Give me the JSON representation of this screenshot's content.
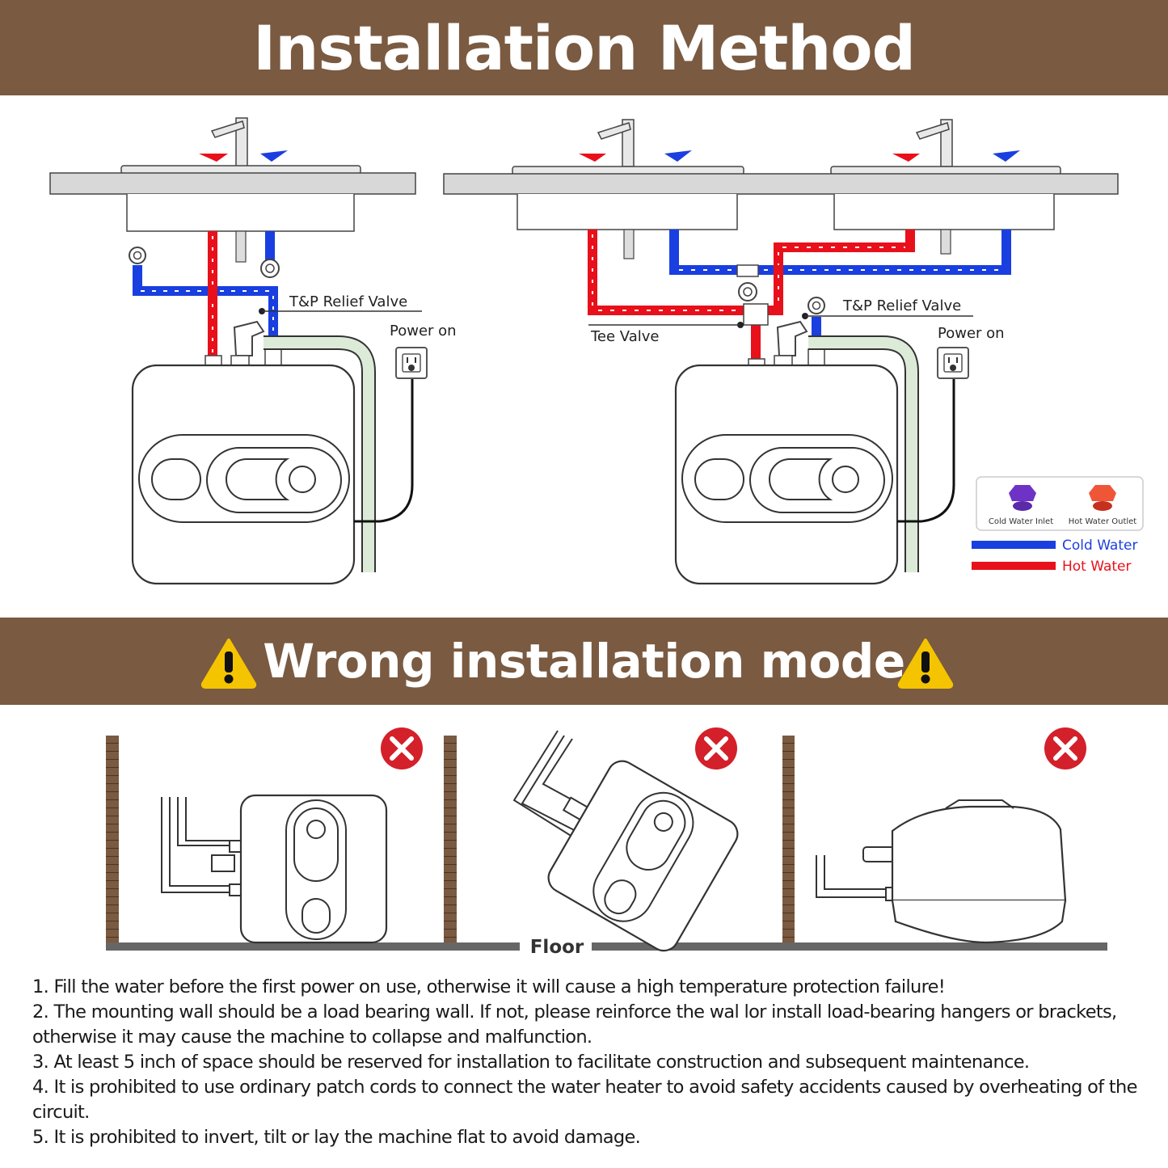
{
  "header": {
    "title": "Installation Method"
  },
  "diagram_left": {
    "relief_valve": "T&P Relief Valve",
    "power": "Power on"
  },
  "diagram_right": {
    "tee_valve": "Tee Valve",
    "relief_valve": "T&P Relief Valve",
    "power": "Power on"
  },
  "legend": {
    "cold_inlet": "Cold Water Inlet",
    "hot_outlet": "Hot Water Outlet",
    "cold_line": "Cold Water",
    "hot_line": "Hot Water",
    "cold_color": "#1a3fe0",
    "hot_color": "#e8101a"
  },
  "warning": {
    "title": "Wrong installation mode"
  },
  "floor_label": "Floor",
  "notes": [
    "1. Fill the water before the first power on use, otherwise it will cause a high temperature protection failure!",
    "2. The mounting wall should be a load bearing wall. If not, please reinforce the wal lor install load-bearing hangers or brackets, otherwise it may cause the machine to collapse and malfunction.",
    "3. At least 5 inch of space should be reserved for installation to facilitate construction and subsequent maintenance.",
    "4. It is prohibited to use ordinary patch cords to connect the water heater to avoid safety accidents caused by overheating of the circuit.",
    "5. It is prohibited to invert, tilt or lay the machine flat to avoid damage."
  ]
}
